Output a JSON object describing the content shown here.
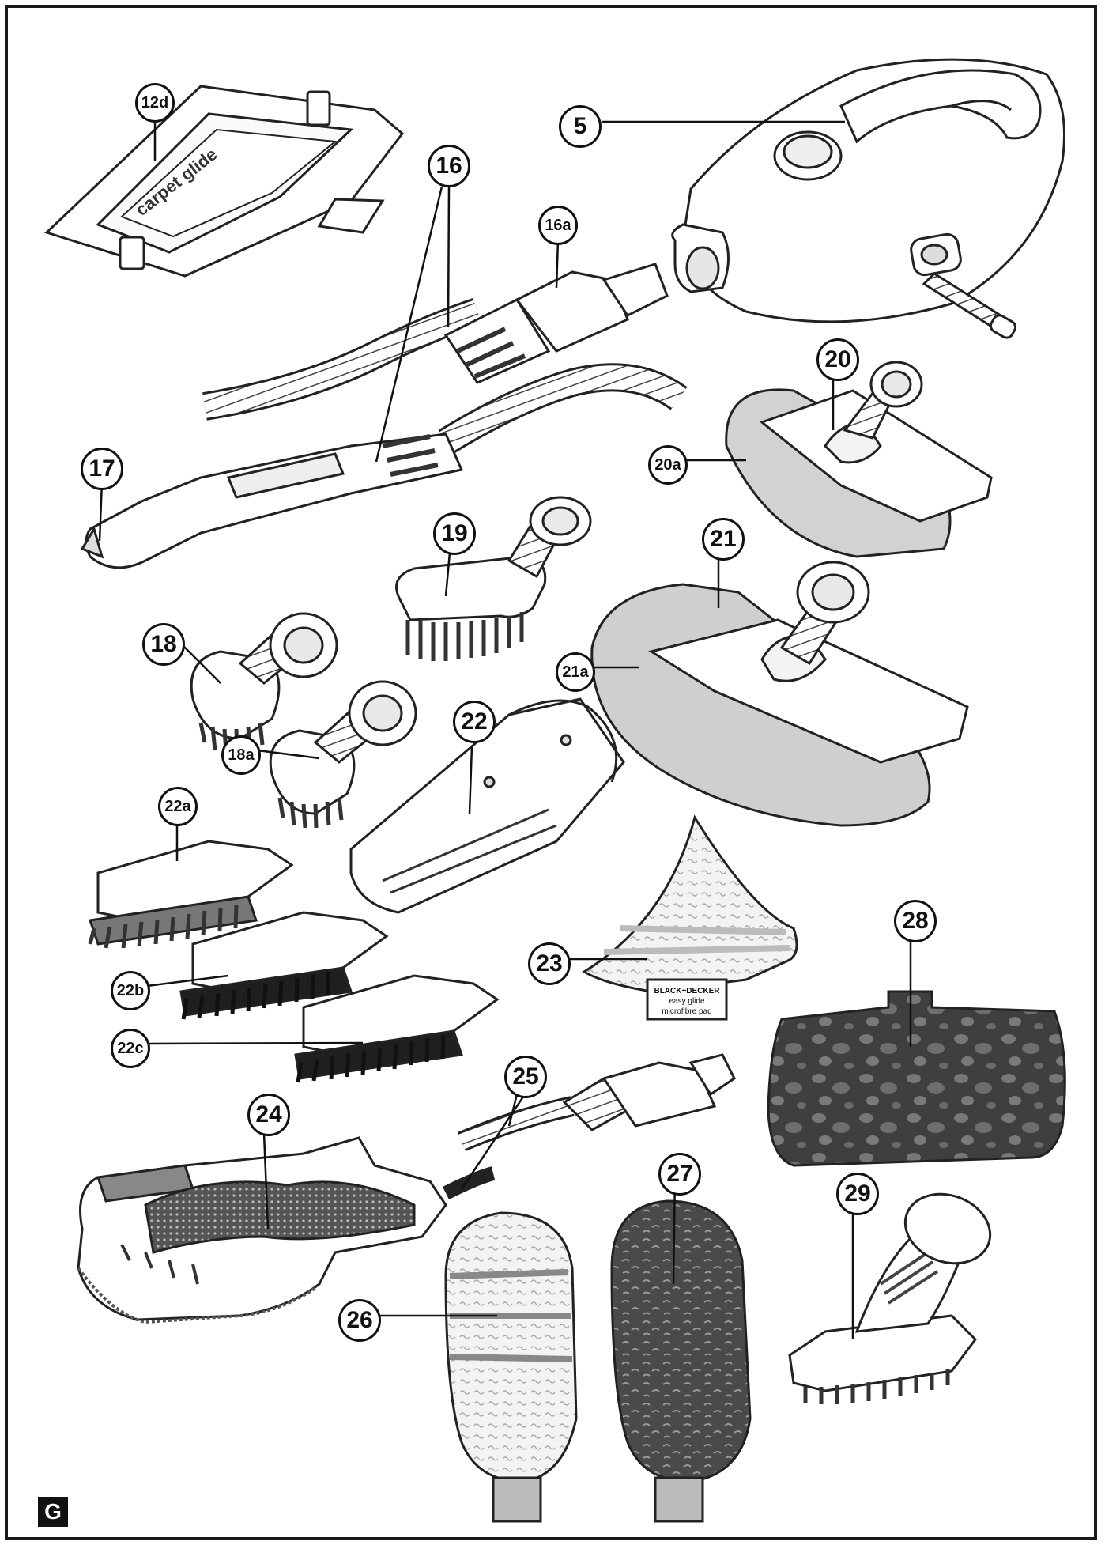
{
  "figure_letter": "G",
  "embossed_text": {
    "frame": "carpet glide",
    "pad_brand": "BLACK+DECKER",
    "pad_line1": "easy glide",
    "pad_line2": "microfibre pad"
  },
  "callouts": [
    {
      "id": "c12d",
      "label": "12d",
      "size": "small"
    },
    {
      "id": "c5",
      "label": "5",
      "size": "big"
    },
    {
      "id": "c16",
      "label": "16",
      "size": "big"
    },
    {
      "id": "c16a",
      "label": "16a",
      "size": "small"
    },
    {
      "id": "c17",
      "label": "17",
      "size": "big"
    },
    {
      "id": "c20",
      "label": "20",
      "size": "big"
    },
    {
      "id": "c20a",
      "label": "20a",
      "size": "small"
    },
    {
      "id": "c19",
      "label": "19",
      "size": "big"
    },
    {
      "id": "c21",
      "label": "21",
      "size": "big"
    },
    {
      "id": "c21a",
      "label": "21a",
      "size": "small"
    },
    {
      "id": "c18",
      "label": "18",
      "size": "big"
    },
    {
      "id": "c18a",
      "label": "18a",
      "size": "small"
    },
    {
      "id": "c22",
      "label": "22",
      "size": "big"
    },
    {
      "id": "c22a",
      "label": "22a",
      "size": "small"
    },
    {
      "id": "c22b",
      "label": "22b",
      "size": "small"
    },
    {
      "id": "c22c",
      "label": "22c",
      "size": "small"
    },
    {
      "id": "c23",
      "label": "23",
      "size": "big"
    },
    {
      "id": "c28",
      "label": "28",
      "size": "big"
    },
    {
      "id": "c25",
      "label": "25",
      "size": "big"
    },
    {
      "id": "c24",
      "label": "24",
      "size": "big"
    },
    {
      "id": "c27",
      "label": "27",
      "size": "big"
    },
    {
      "id": "c29",
      "label": "29",
      "size": "big"
    },
    {
      "id": "c26",
      "label": "26",
      "size": "big"
    }
  ],
  "colors": {
    "ink": "#111111",
    "grey_pad": "#cfcfcf",
    "dark_pad": "#4a4a4a",
    "line": "#222222"
  }
}
